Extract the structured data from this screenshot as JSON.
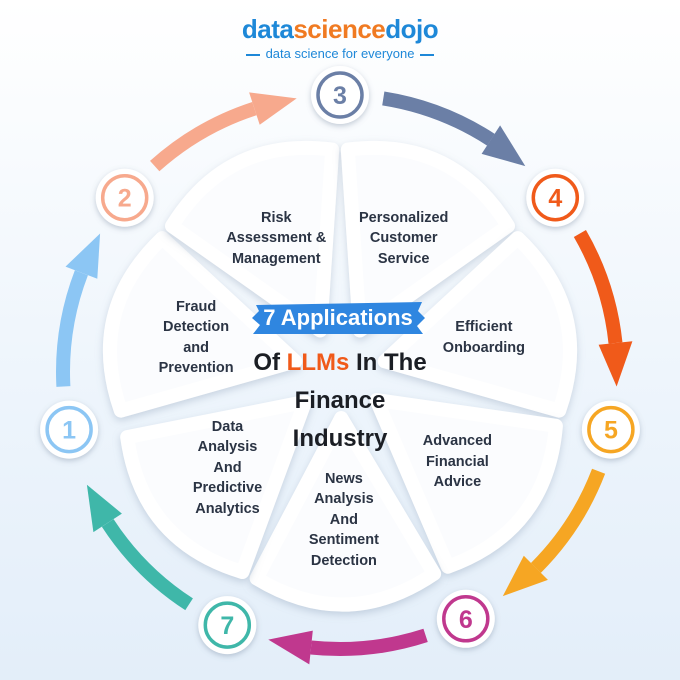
{
  "logo": {
    "part1": "data",
    "part2": "science",
    "part3": "dojo",
    "tagline": "data science for everyone"
  },
  "title": {
    "line1": "7 Applications",
    "of_word": "Of",
    "accent_word": "LLMs",
    "in_the": "In The",
    "line3": "Finance",
    "line4": "Industry"
  },
  "colors": {
    "step1": "#8cc6f4",
    "step2": "#f7a98d",
    "step3": "#6b7fa6",
    "step4": "#f05a1a",
    "step5": "#f6a623",
    "step6": "#c0388e",
    "step7": "#3fb7a9",
    "title_banner": "#2f86e0",
    "accent": "#f05a1a"
  },
  "steps": [
    {
      "number": "1",
      "lines": [
        "Fraud",
        "Detection",
        "and",
        "Prevention"
      ]
    },
    {
      "number": "2",
      "lines": [
        "Risk",
        "Assessment &",
        "Management"
      ]
    },
    {
      "number": "3",
      "lines": [
        "Personalized",
        "Customer",
        "Service"
      ]
    },
    {
      "number": "4",
      "lines": [
        "Efficient",
        "Onboarding"
      ]
    },
    {
      "number": "5",
      "lines": [
        "Advanced",
        "Financial",
        "Advice"
      ]
    },
    {
      "number": "6",
      "lines": [
        "News",
        "Analysis",
        "And",
        "Sentiment",
        "Detection"
      ]
    },
    {
      "number": "7",
      "lines": [
        "Data",
        "Analysis",
        "And",
        "Predictive",
        "Analytics"
      ]
    }
  ]
}
